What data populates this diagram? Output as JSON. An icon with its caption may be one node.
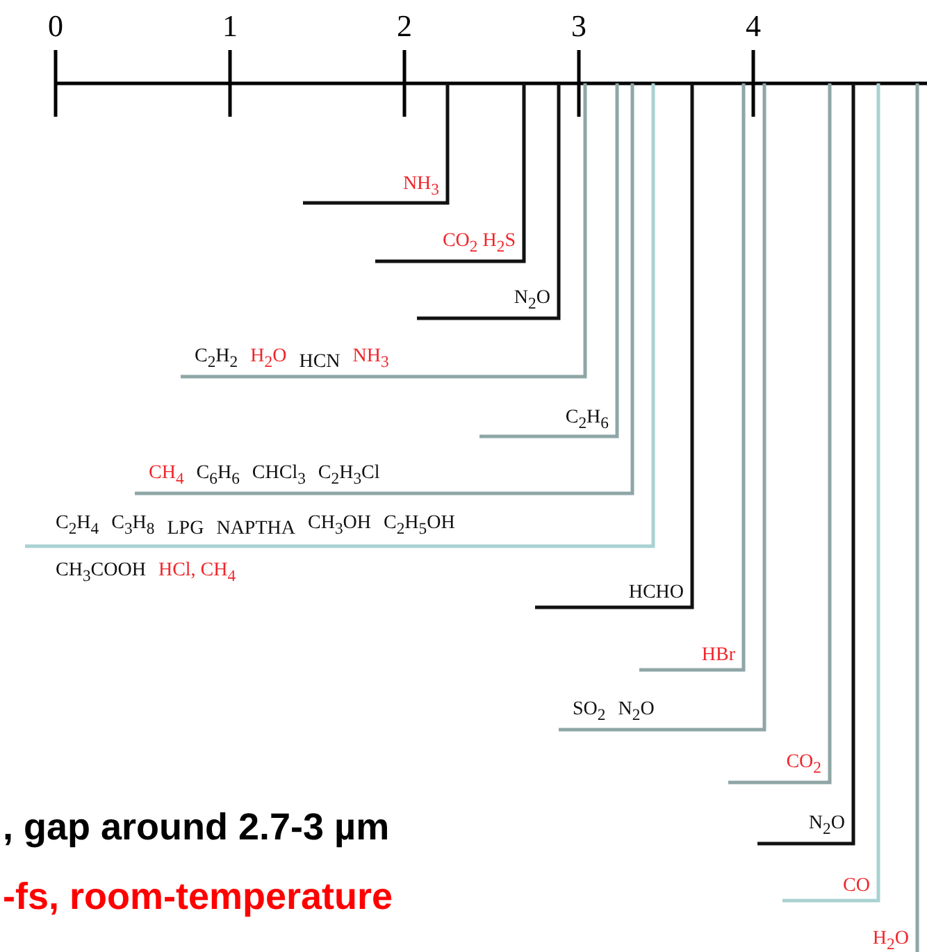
{
  "diagram": {
    "nodes": [
      {
        "text": [
          "NH$_{3}$"
        ]
      },
      {
        "text": [
          "CO$_{2}$ H$_{2}$S"
        ]
      },
      {
        "text": [
          "N$_{2}$O"
        ]
      },
      {
        "text": [
          "C$_{2}$H$_{2}$",
          "H$_{2}$O",
          "HCN",
          "NH$_{3}$"
        ]
      },
      {
        "text": [
          "C$_{2}$H$_{6}$"
        ]
      },
      {
        "text": [
          "CH$_{4}$",
          "C$_{6}$H$_{6}$",
          "CHCl$_{3}$",
          "C$_{2}$H$_{3}$Cl"
        ]
      },
      {
        "text": [
          "C$_{2}$H$_{4}$",
          "C$_{3}$H$_{8}$",
          "LPG",
          "NAPTHA",
          "CH$_{3}$OH",
          "C$_{2}$H$_{5}$OH",
          "CH$_{3}$COOH",
          "HCl, CH$_{4}$"
        ]
      },
      {
        "text": [
          "HCHO"
        ]
      },
      {
        "text": [
          "HBr"
        ]
      },
      {
        "text": [
          "SO$_{2}$",
          "N$_{2}$O"
        ]
      },
      {
        "text": [
          "CO$_{2}$"
        ]
      },
      {
        "text": [
          "N$_{2}$O"
        ]
      },
      {
        "text": [
          "CO"
        ]
      },
      {
        "text": [
          "H$_{2}$O"
        ]
      }
    ],
    "edges": [
      {
        "from": 0,
        "to": null,
        "arrow": "none",
        "color": "#111111"
      },
      {
        "from": 1,
        "to": null,
        "arrow": "none",
        "color": "#111111"
      },
      {
        "from": 2,
        "to": null,
        "arrow": "none",
        "color": "#111111"
      },
      {
        "from": 3,
        "to": null,
        "arrow": "none"
      },
      {
        "from": 4,
        "to": null,
        "arrow": "none"
      },
      {
        "from": 5,
        "to": null,
        "arrow": "none"
      },
      {
        "from": 6,
        "to": null,
        "arrow": "none",
        "color": "#a9d2d2"
      },
      {
        "from": 7,
        "to": null,
        "arrow": "none",
        "color": "#111111"
      },
      {
        "from": 8,
        "to": null,
        "arrow": "none"
      },
      {
        "from": 9,
        "to": null,
        "arrow": "none"
      },
      {
        "from": 10,
        "to": null,
        "arrow": "none"
      },
      {
        "from": 11,
        "to": null,
        "arrow": "none",
        "color": "#111111"
      },
      {
        "from": 12,
        "to": null,
        "arrow": "none",
        "color": "#a9d2d2"
      },
      {
        "from": 13,
        "to": null,
        "arrow": "none"
      }
    ],
    "labels": [
      "0",
      "1",
      "2",
      "3",
      "4",
      ", gap around 2.7-3 µm",
      "-fs, room-temperature"
    ]
  }
}
